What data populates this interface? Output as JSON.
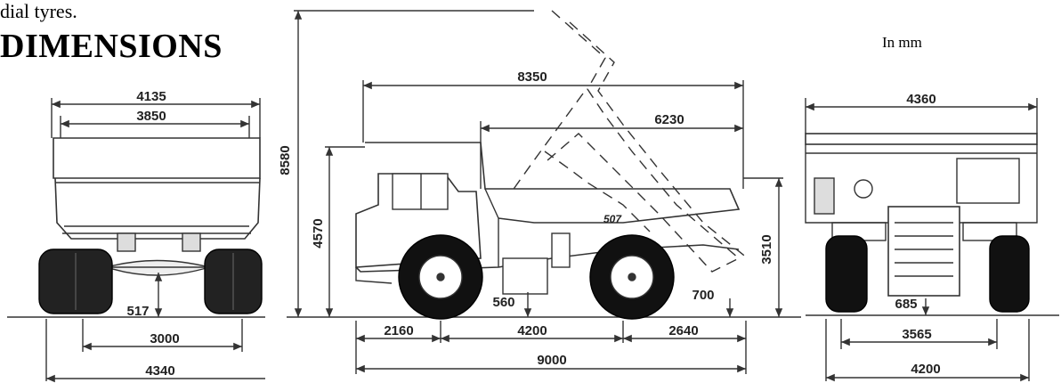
{
  "header": {
    "note": "dial tyres.",
    "title": "DIMENSIONS",
    "units": "In mm"
  },
  "rear_view": {
    "top_width": "4135",
    "body_width": "3850",
    "ground_clearance": "517",
    "track": "3000",
    "overall_width": "4340"
  },
  "side_view": {
    "dump_height": "8580",
    "length_body_raised": "8350",
    "body_rear_overhang": "6230",
    "cab_height": "4570",
    "body_height": "3510",
    "rear_clearance": "700",
    "belly_clearance": "560",
    "front_overhang": "2160",
    "wheelbase": "4200",
    "rear_overhang": "2640",
    "overall_length": "9000",
    "body_label": "507"
  },
  "front_view": {
    "overall_width": "4360",
    "ground_clearance": "685",
    "track": "3565",
    "tyre_width_span": "4200"
  }
}
